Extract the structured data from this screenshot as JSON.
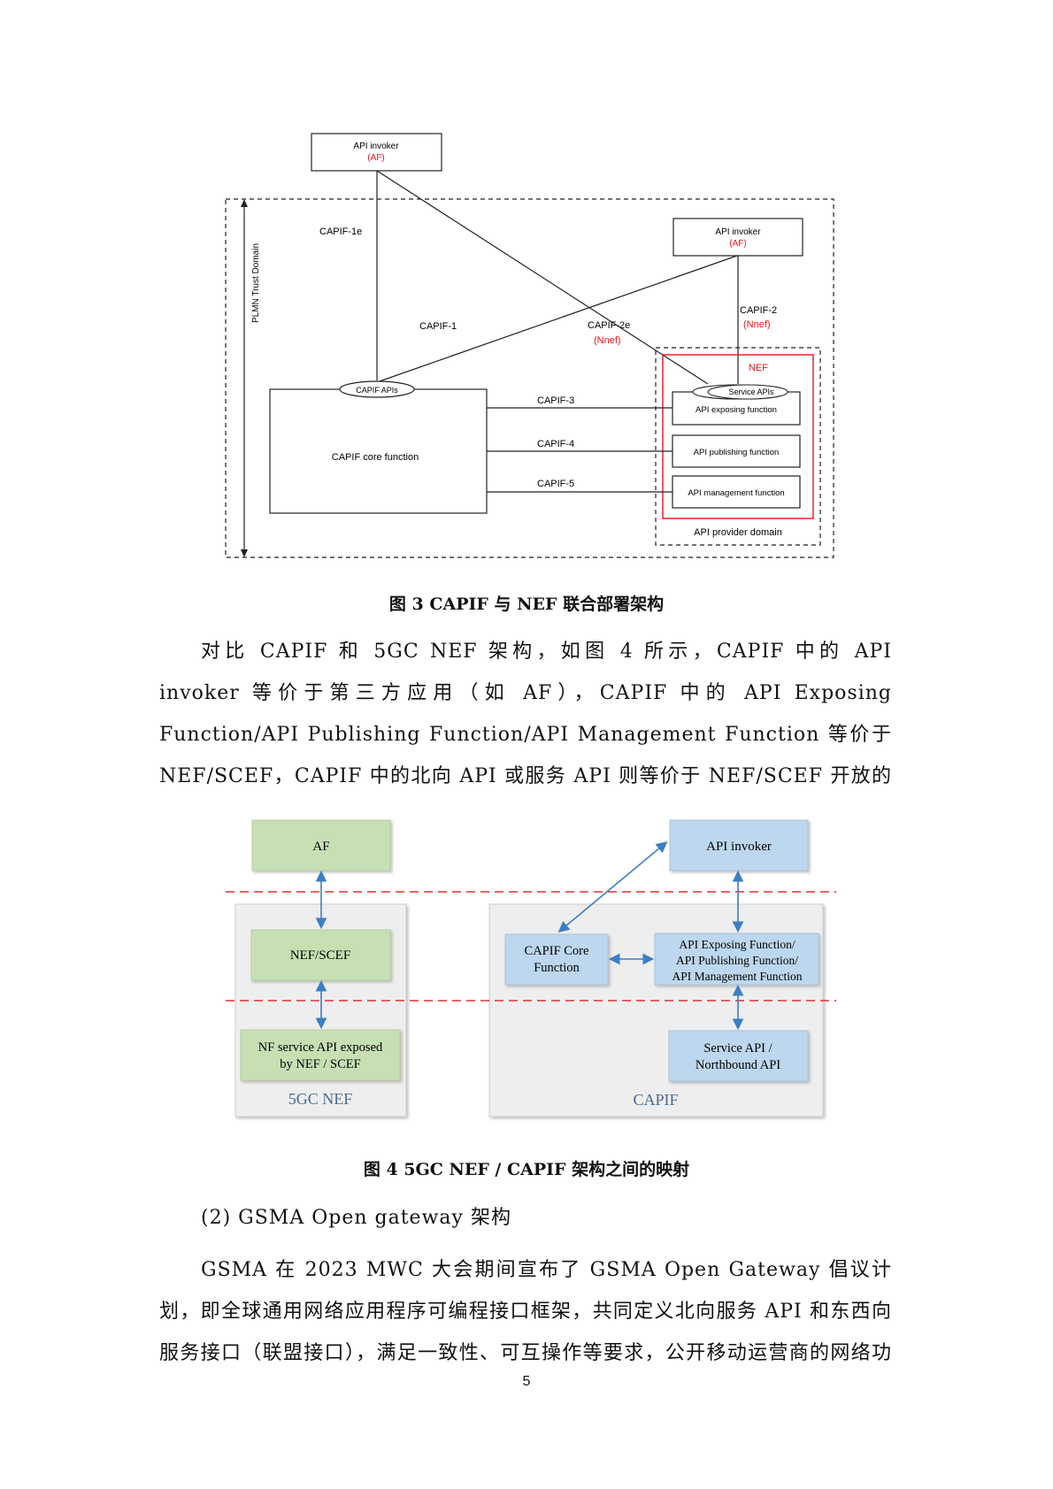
{
  "figure3": {
    "invoker_top": {
      "label": "API invoker",
      "sub": "(AF)"
    },
    "invoker_right": {
      "label": "API invoker",
      "sub": "(AF)"
    },
    "trust_domain": "PLMN Trust Domain",
    "capif_1e": "CAPIF-1e",
    "capif_1": "CAPIF-1",
    "capif_2e": "CAPIF-2e",
    "capif_2e_sub": "(Nnef)",
    "capif_2": "CAPIF-2",
    "capif_2_sub": "(Nnef)",
    "nef": "NEF",
    "service_apis": "Service APIs",
    "capif_apis": "CAPIF APIs",
    "core_function": "CAPIF core function",
    "capif_3": "CAPIF-3",
    "capif_4": "CAPIF-4",
    "capif_5": "CAPIF-5",
    "exposing": "API exposing function",
    "publishing": "API publishing function",
    "management": "API management function",
    "provider_domain": "API provider domain",
    "colors": {
      "red": "#e8141b"
    }
  },
  "caption3": "图 3 CAPIF 与 NEF 联合部署架构",
  "paragraph1": "对比 CAPIF 和 5GC NEF 架构，如图 4 所示，CAPIF 中的 API invoker 等价于第三方应用（如 AF），CAPIF 中的 API Exposing Function/API Publishing Function/API Management Function 等价于 NEF/SCEF，CAPIF 中的北向 API 或服务 API 则等价于 NEF/SCEF 开放的 NF（Network Function，网络功能）服务 API。",
  "figure4": {
    "af": "AF",
    "nef_scef": "NEF/SCEF",
    "nf_service_1": "NF service API exposed",
    "nf_service_2": "by NEF / SCEF",
    "panel_left": "5GC NEF",
    "api_invoker": "API invoker",
    "core_1": "CAPIF Core",
    "core_2": "Function",
    "exposing_1": "API Exposing Function/",
    "exposing_2": "API Publishing Function/",
    "exposing_3": "API Management Function",
    "service_1": "Service API /",
    "service_2": "Northbound API",
    "panel_right": "CAPIF",
    "colors": {
      "green": "#c6e0b4",
      "blue": "#bdd7ee",
      "panel": "#eeeeee",
      "arrow": "#3b7fc4",
      "dash": "#e03030"
    }
  },
  "caption4": "图 4 5GC NEF / CAPIF  架构之间的映射",
  "section_heading": "(2) GSMA Open gateway 架构",
  "paragraph2": "GSMA 在 2023 MWC 大会期间宣布了 GSMA Open Gateway 倡议计划，即全球通用网络应用程序可编程接口框架，共同定义北向服务 API 和东西向服务接口（联盟接口），满足一致性、可互操作等要求，公开移动运营商的网络功能，",
  "page_number": "5"
}
